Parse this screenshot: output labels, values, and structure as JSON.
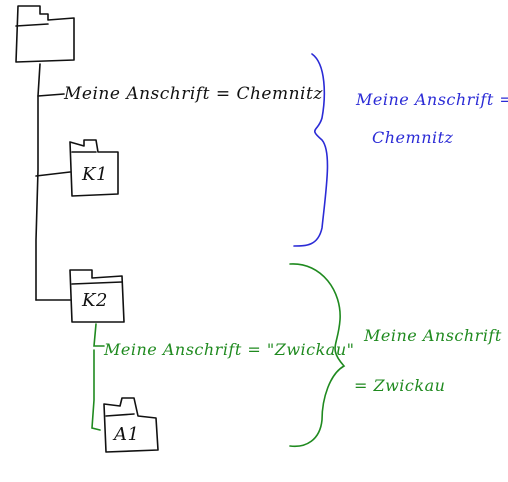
{
  "colors": {
    "black": "#111111",
    "blue": "#2b2bd6",
    "green": "#1f8a1f"
  },
  "tree": {
    "root_icon": "folder-icon",
    "item1_text": "Meine Anschrift = Chemnitz",
    "folder_k1_label": "K1",
    "folder_k2_label": "K2",
    "item_k2_text": "Meine Anschrift = \"Zwickau\"",
    "folder_a1_label": "A1"
  },
  "annotations": {
    "blue_line1": "Meine Anschrift =",
    "blue_line2": "Chemnitz",
    "green_line1": "Meine Anschrift",
    "green_line2": "= Zwickau"
  }
}
